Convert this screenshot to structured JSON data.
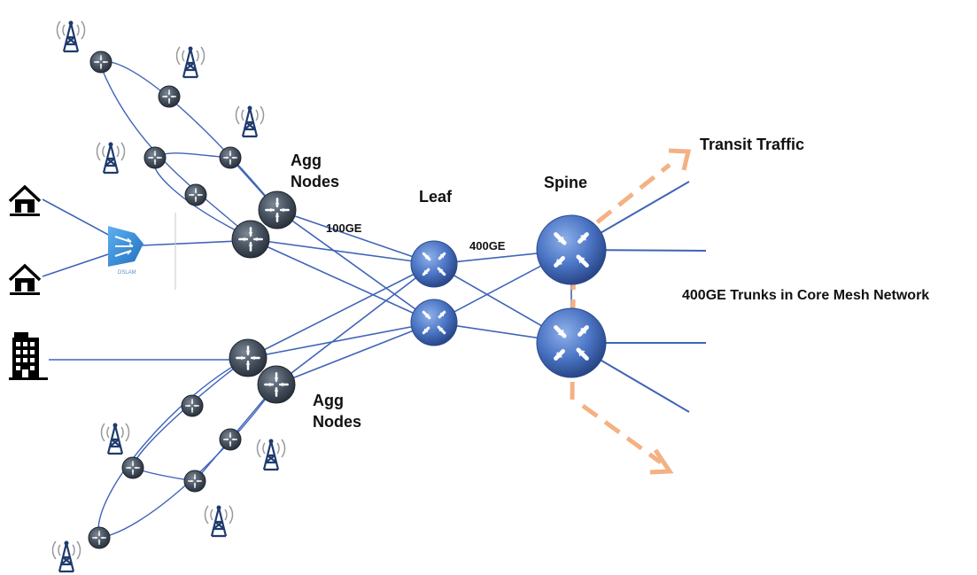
{
  "labels": {
    "agg_nodes_top": [
      "Agg",
      "Nodes"
    ],
    "agg_nodes_bottom": [
      "Agg",
      "Nodes"
    ],
    "leaf": "Leaf",
    "spine": "Spine",
    "link_100ge": "100GE",
    "link_400ge": "400GE",
    "transit_traffic": "Transit Traffic",
    "core_trunks": "400GE Trunks in Core Mesh Network",
    "dslam": "DSLAM"
  },
  "colors": {
    "link": "#3f64b8",
    "traffic_arrow": "#f4b183",
    "router_dark": "#45505e",
    "router_blue": "#4a74c4",
    "dslam": "#2e86d6"
  },
  "icons": [
    "cell-tower-icon",
    "house-icon",
    "office-building-icon",
    "dslam-icon",
    "router-icon"
  ]
}
